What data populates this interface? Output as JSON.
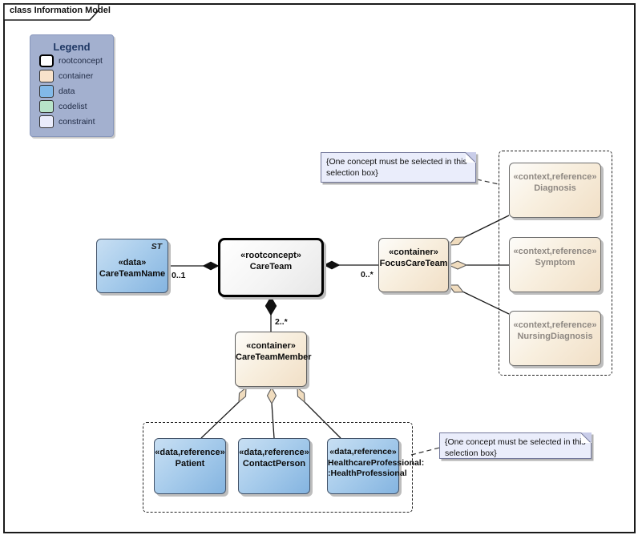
{
  "frame": {
    "title": "class Information Model"
  },
  "legend": {
    "title": "Legend",
    "items": [
      {
        "label": "rootconcept",
        "swatch": "rootconcept-swatch",
        "color": "#ffffff"
      },
      {
        "label": "container",
        "swatch": "container-swatch",
        "color": "#f8e2cb"
      },
      {
        "label": "data",
        "swatch": "data-swatch",
        "color": "#82b9e8"
      },
      {
        "label": "codelist",
        "swatch": "codelist-swatch",
        "color": "#b7e3c9"
      },
      {
        "label": "constraint",
        "swatch": "constraint-swatch",
        "color": "#eaecfb"
      }
    ]
  },
  "nodes": {
    "careTeamName": {
      "stereotype": "«data»",
      "name": "CareTeamName",
      "tag": "ST"
    },
    "careTeam": {
      "stereotype": "«rootconcept»",
      "name": "CareTeam"
    },
    "focusCareTeam": {
      "stereotype": "«container»",
      "name": "FocusCareTeam"
    },
    "careTeamMember": {
      "stereotype": "«container»",
      "name": "CareTeamMember"
    },
    "diagnosis": {
      "stereotype": "«context,reference»",
      "name": "Diagnosis"
    },
    "symptom": {
      "stereotype": "«context,reference»",
      "name": "Symptom"
    },
    "nursingDiagnosis": {
      "stereotype": "«context,reference»",
      "name": "NursingDiagnosis"
    },
    "patient": {
      "stereotype": "«data,reference»",
      "name": "Patient"
    },
    "contactPerson": {
      "stereotype": "«data,reference»",
      "name": "ContactPerson"
    },
    "healthcareProfessional": {
      "stereotype": "«data,reference»",
      "name": "HealthcareProfessional:",
      "name2": ":HealthProfessional"
    }
  },
  "multiplicities": {
    "careTeamName_careTeam": "0..1",
    "careTeam_focusCareTeam": "0..*",
    "careTeam_careTeamMember": "2..*"
  },
  "notes": {
    "top": "{One concept must be selected in this selection box}",
    "bottom": "{One concept must be selected in this selection box}"
  },
  "colors": {
    "legend_background": "#a3b0cf",
    "legend_title": "#1f3864",
    "data_fill": "#84b4e0",
    "container_fill": "#f1dfc6",
    "rootconcept_fill": "#ffffff",
    "codelist_fill": "#b7e3c9",
    "constraint_fill": "#eaecfb",
    "note_fill": "#eaedfb",
    "reference_text": "#8e8882",
    "connector": "#1a1a1a",
    "aggregation_diamond_fill": "#f0dcbe",
    "composition_diamond_fill": "#111111"
  }
}
